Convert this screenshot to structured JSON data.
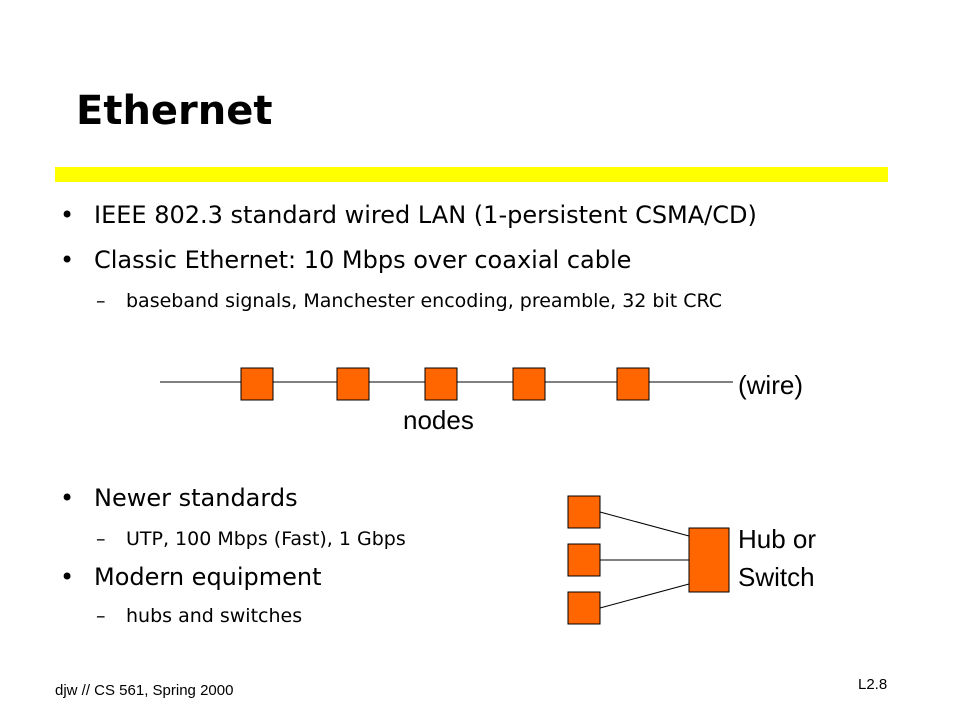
{
  "slide": {
    "title": "Ethernet",
    "bullets": [
      "IEEE 802.3 standard wired LAN (1-persistent CSMA/CD)",
      "Classic Ethernet: 10 Mbps over coaxial cable"
    ],
    "sub_bullets_1": [
      "baseband signals, Manchester encoding, preamble, 32 bit CRC"
    ],
    "bullets_2": [
      "Newer standards",
      "Modern equipment"
    ],
    "sub_bullets_2": [
      "UTP, 100 Mbps (Fast), 1 Gbps",
      "hubs and switches"
    ]
  },
  "bus_diagram": {
    "wire_label": "(wire)",
    "nodes_label": "nodes",
    "node_count": 5
  },
  "hub_diagram": {
    "hub_label_line1": "Hub or",
    "hub_label_line2": "Switch",
    "host_count": 3
  },
  "footer": {
    "left": "djw // CS 561, Spring 2000",
    "right": "L2.8"
  },
  "colors": {
    "accent_rule": "#ffff00",
    "node_fill": "#ff6600"
  }
}
